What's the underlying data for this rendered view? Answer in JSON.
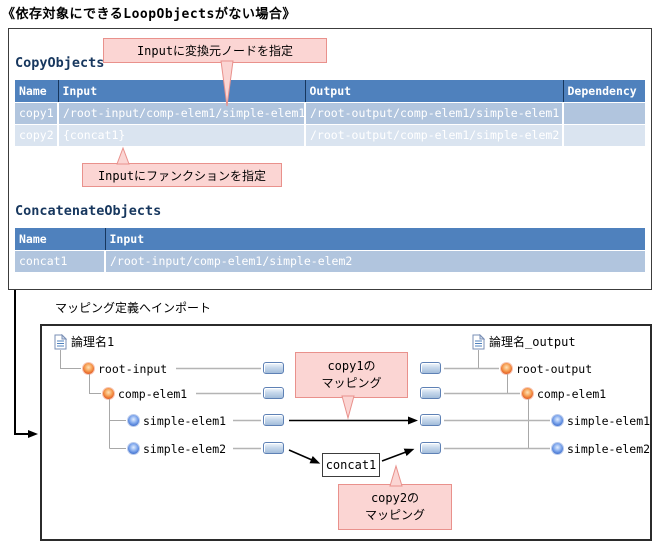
{
  "title": "《依存対象にできるLoopObjectsがない場合》",
  "definitions": {
    "callout_source_node": "Inputに変換元ノードを指定",
    "callout_function": "Inputにファンクションを指定",
    "copy_objects": {
      "heading": "CopyObjects",
      "columns": [
        "Name",
        "Input",
        "Output",
        "Dependency"
      ],
      "rows": [
        [
          "copy1",
          "/root-input/comp-elem1/simple-elem1",
          "/root-output/comp-elem1/simple-elem1",
          ""
        ],
        [
          "copy2",
          "{concat1}",
          "/root-output/comp-elem1/simple-elem2",
          ""
        ]
      ]
    },
    "concatenate_objects": {
      "heading": "ConcatenateObjects",
      "columns": [
        "Name",
        "Input"
      ],
      "rows": [
        [
          "concat1",
          "/root-input/comp-elem1/simple-elem2"
        ]
      ]
    }
  },
  "mapping": {
    "label": "マッピング定義へインポート",
    "source_tree": {
      "root": "論理名1",
      "nodes": [
        "root-input",
        "comp-elem1",
        "simple-elem1",
        "simple-elem2"
      ]
    },
    "target_tree": {
      "root": "論理名_output",
      "nodes": [
        "root-output",
        "comp-elem1",
        "simple-elem1",
        "simple-elem2"
      ]
    },
    "function_box": "concat1",
    "callout_copy1": {
      "line1": "copy1の",
      "line2": "マッピング"
    },
    "callout_copy2": {
      "line1": "copy2の",
      "line2": "マッピング"
    }
  },
  "colors": {
    "table_header_bg": "#4F81BD",
    "table_row_odd_bg": "#B1C5DE",
    "table_row_even_bg": "#DAE4F0",
    "heading_text": "#17375E",
    "callout_bg": "#FBD5D3",
    "callout_border": "#E9918C",
    "arrow": "#000000",
    "tree_line": "#A8A8A8"
  }
}
